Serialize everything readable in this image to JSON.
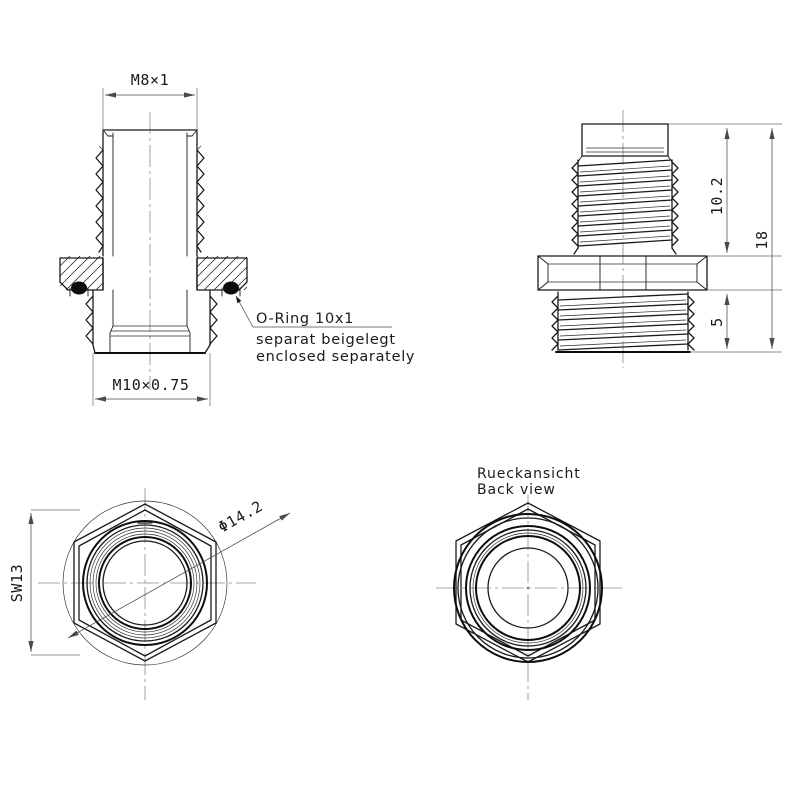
{
  "drawing": {
    "title": "Technical drawing - threaded adapter fitting",
    "background_color": "#ffffff",
    "line_color": "#1a1a1a",
    "dimension_color": "#4a4a4a",
    "center_line_color": "#8a8a8a"
  },
  "views": {
    "section_view": {
      "name": "front-section-view",
      "dimensions": {
        "top_thread": "M8×1",
        "bottom_thread": "M10×0.75"
      }
    },
    "side_view": {
      "name": "right-side-view",
      "dimensions": {
        "upper_length": "10.2",
        "overall_length": "18",
        "lower_length": "5"
      }
    },
    "front_face_view": {
      "name": "bottom-left-end-view",
      "dimensions": {
        "across_flats": "SW13",
        "bore_diameter": "Φ14.2"
      }
    },
    "back_view": {
      "name": "bottom-right-back-view",
      "label_de": "Rueckansicht",
      "label_en": "Back view"
    }
  },
  "annotations": {
    "oring_callout": {
      "line1": "O-Ring 10x1",
      "line2": "separat beigelegt",
      "line3": "enclosed separately"
    }
  }
}
